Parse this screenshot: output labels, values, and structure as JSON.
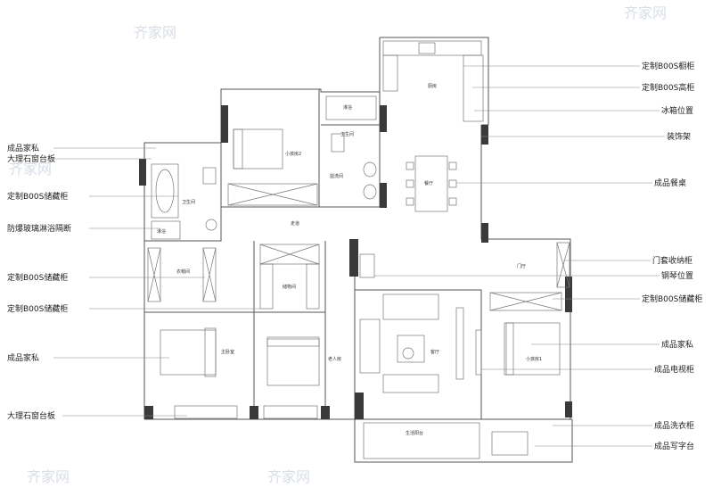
{
  "watermark": "齐家网",
  "labels_left": [
    {
      "id": "l1",
      "text": "成品家私"
    },
    {
      "id": "l2",
      "text": "大理石窗台板"
    },
    {
      "id": "l3",
      "text": "定制B00S储藏柜"
    },
    {
      "id": "l4",
      "text": "防爆玻璃淋浴隔断"
    },
    {
      "id": "l5",
      "text": "定制B00S储藏柜"
    },
    {
      "id": "l6",
      "text": "定制B00S储藏柜"
    },
    {
      "id": "l7",
      "text": "成品家私"
    },
    {
      "id": "l8",
      "text": "大理石窗台板"
    }
  ],
  "labels_right": [
    {
      "id": "r1",
      "text": "定制B00S橱柜"
    },
    {
      "id": "r2",
      "text": "定制B00S高柜"
    },
    {
      "id": "r3",
      "text": "冰箱位置"
    },
    {
      "id": "r4",
      "text": "装饰架"
    },
    {
      "id": "r5",
      "text": "成品餐桌"
    },
    {
      "id": "r6",
      "text": "门套收纳柜"
    },
    {
      "id": "r7",
      "text": "钢琴位置"
    },
    {
      "id": "r8",
      "text": "定制B00S储藏柜"
    },
    {
      "id": "r9",
      "text": "成品家私"
    },
    {
      "id": "r10",
      "text": "成品电视柜"
    },
    {
      "id": "r11",
      "text": "成品洗衣柜"
    },
    {
      "id": "r12",
      "text": "成品写字台"
    }
  ],
  "rooms": {
    "kitchen": "厨房",
    "bedroom2": "小孩房2",
    "bath_top": "淋浴",
    "wc": "卫生间",
    "washroom": "盥洗间",
    "dining": "餐厅",
    "bath_left": "卫生间",
    "shower": "淋浴",
    "corridor": "走道",
    "wardrobe": "衣帽间",
    "storage": "储物间",
    "foyer": "门厅",
    "master": "主卧室",
    "elder": "老人房",
    "living": "客厅",
    "bedroom1": "小孩房1",
    "balcony": "生活阳台"
  }
}
